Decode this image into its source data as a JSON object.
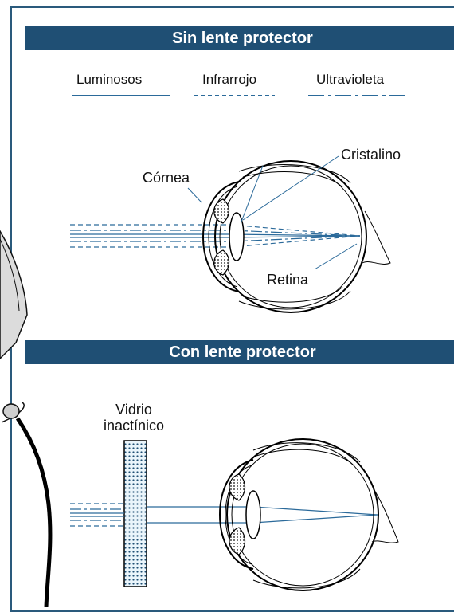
{
  "sections": {
    "top_title": "Sin lente protector",
    "bottom_title": "Con lente protector"
  },
  "legend": {
    "luminosos": "Luminosos",
    "infrarrojo": "Infrarrojo",
    "ultravioleta": "Ultravioleta"
  },
  "labels": {
    "cristalino": "Cristalino",
    "cornea": "Córnea",
    "retina": "Retina",
    "vidrio_line1": "Vidrio",
    "vidrio_line2": "inactínico"
  },
  "colors": {
    "banner": "#1f4f74",
    "ray": "#2b6a9a",
    "glass": "#cfe6f2"
  }
}
